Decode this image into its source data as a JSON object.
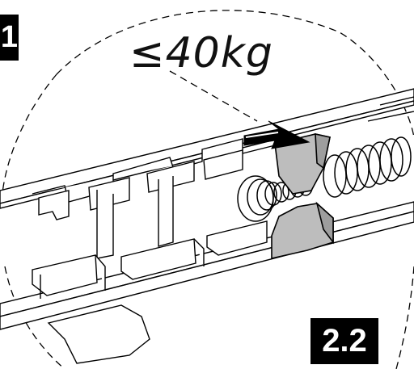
{
  "labels": {
    "step_previous": "1",
    "step_current": "2.2",
    "max_load": "≤40kg"
  },
  "colors": {
    "line": "#000000",
    "fill_grey": "#bdbdbd",
    "fill_white": "#ffffff",
    "badge_bg": "#000000",
    "badge_text": "#ffffff"
  },
  "icons": {
    "direction_arrow": "arrow-push-icon",
    "spring": "coil-spring-icon",
    "stopper": "grey-stopper-icon"
  }
}
